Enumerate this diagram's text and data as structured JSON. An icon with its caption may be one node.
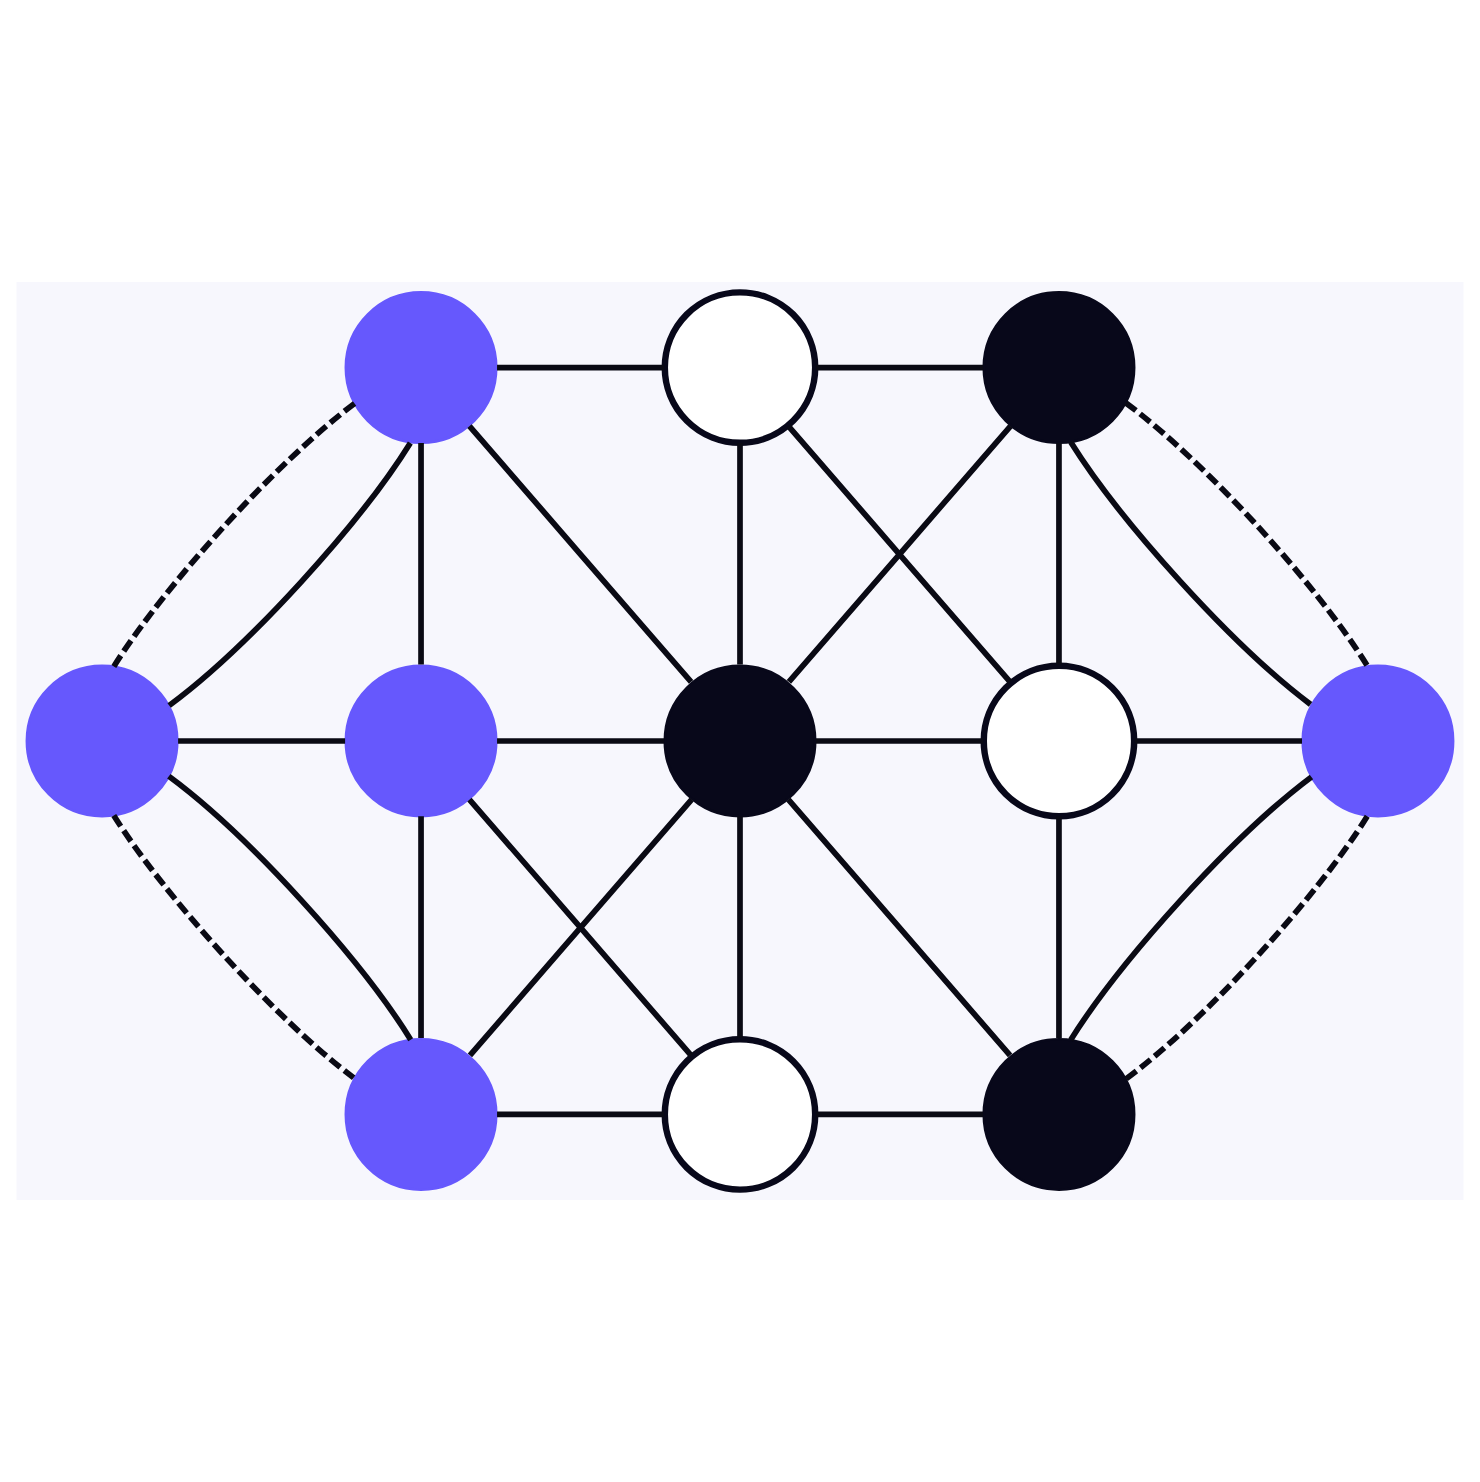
{
  "diagram": {
    "nodes": [
      {
        "text": [],
        "shape": "circle"
      },
      {
        "text": [],
        "shape": "circle"
      },
      {
        "text": [],
        "shape": "circle"
      },
      {
        "text": [],
        "shape": "circle"
      },
      {
        "text": [],
        "shape": "circle"
      },
      {
        "text": [],
        "shape": "circle"
      },
      {
        "text": [],
        "shape": "circle"
      },
      {
        "text": [],
        "shape": "circle"
      },
      {
        "text": [],
        "shape": "circle"
      },
      {
        "text": [],
        "shape": "circle"
      },
      {
        "text": [],
        "shape": "circle"
      }
    ],
    "edges": [
      {
        "from": 0,
        "to": 1,
        "arrow": "none"
      },
      {
        "from": 1,
        "to": 2,
        "arrow": "none"
      },
      {
        "from": 0,
        "to": 3,
        "arrow": "none",
        "style": "dashed"
      },
      {
        "from": 0,
        "to": 3,
        "arrow": "none"
      },
      {
        "from": 0,
        "to": 4,
        "arrow": "none"
      },
      {
        "from": 0,
        "to": 5,
        "arrow": "none"
      },
      {
        "from": 1,
        "to": 5,
        "arrow": "none"
      },
      {
        "from": 1,
        "to": 6,
        "arrow": "none"
      },
      {
        "from": 2,
        "to": 5,
        "arrow": "none"
      },
      {
        "from": 2,
        "to": 6,
        "arrow": "none"
      },
      {
        "from": 2,
        "to": 7,
        "arrow": "none"
      },
      {
        "from": 2,
        "to": 7,
        "arrow": "none",
        "style": "dashed"
      },
      {
        "from": 3,
        "to": 4,
        "arrow": "none"
      },
      {
        "from": 4,
        "to": 5,
        "arrow": "none"
      },
      {
        "from": 5,
        "to": 6,
        "arrow": "none"
      },
      {
        "from": 6,
        "to": 7,
        "arrow": "none"
      },
      {
        "from": 3,
        "to": 8,
        "arrow": "none",
        "style": "dashed"
      },
      {
        "from": 3,
        "to": 8,
        "arrow": "none"
      },
      {
        "from": 4,
        "to": 8,
        "arrow": "none"
      },
      {
        "from": 4,
        "to": 9,
        "arrow": "none"
      },
      {
        "from": 5,
        "to": 8,
        "arrow": "none"
      },
      {
        "from": 5,
        "to": 9,
        "arrow": "none"
      },
      {
        "from": 5,
        "to": 10,
        "arrow": "none"
      },
      {
        "from": 6,
        "to": 10,
        "arrow": "none"
      },
      {
        "from": 7,
        "to": 10,
        "arrow": "none"
      },
      {
        "from": 7,
        "to": 10,
        "arrow": "none",
        "style": "dashed"
      },
      {
        "from": 8,
        "to": 9,
        "arrow": "none"
      },
      {
        "from": 9,
        "to": 10,
        "arrow": "none"
      }
    ]
  }
}
